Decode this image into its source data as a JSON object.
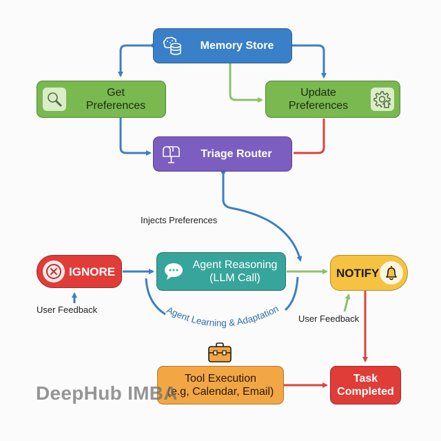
{
  "nodes": {
    "memory_store": {
      "label": "Memory Store",
      "icon": "brain-database-icon",
      "color": "#3a80c8"
    },
    "get_preferences": {
      "label": "Get Preferences",
      "line1": "Get",
      "line2": "Preferences",
      "icon": "magnifier-icon",
      "color": "#7ab850"
    },
    "update_preferences": {
      "label": "Update Preferences",
      "line1": "Update",
      "line2": "Preferences",
      "icon": "gear-upload-icon",
      "color": "#7ab850"
    },
    "triage_router": {
      "label": "Triage Router",
      "icon": "mailbox-icon",
      "color": "#7c5ec0"
    },
    "ignore": {
      "label": "IGNORE",
      "icon": "cancel-circle-icon",
      "color": "#e03c38"
    },
    "agent_reasoning": {
      "label": "Agent Reasoning (LLM Call)",
      "line1": "Agent Reasoning",
      "line2": "(LLM Call)",
      "icon": "chat-bubble-icon",
      "color": "#37a59b"
    },
    "notify": {
      "label": "NOTIFY",
      "icon": "bell-icon",
      "color": "#f5c242"
    },
    "tool_execution": {
      "label": "Tool Execution (e.g, Calendar, Email)",
      "line1": "Tool Execution",
      "line2": "(e.g, Calendar, Email)",
      "icon": "briefcase-icon",
      "color": "#f2a644"
    },
    "task_completed": {
      "label": "Task Completed",
      "line1": "Task",
      "line2": "Completed",
      "color": "#e03c38"
    }
  },
  "annotations": {
    "injects_preferences": "Injects Preferences",
    "user_feedback_left": "User Feedback",
    "user_feedback_right": "User Feedback",
    "loop_label": "Agent Learning & Adaptation"
  },
  "edges": [
    {
      "from": "memory_store",
      "to": "get_preferences",
      "color": "#3a7fc4",
      "bidirectional": true
    },
    {
      "from": "memory_store",
      "to": "update_preferences",
      "color": "#3a7fc4"
    },
    {
      "from": "memory_store",
      "to": "update_preferences",
      "color": "#8cc06a"
    },
    {
      "from": "get_preferences",
      "to": "triage_router",
      "color": "#3a7fc4"
    },
    {
      "from": "update_preferences",
      "to": "triage_router",
      "color": "#d9433e"
    },
    {
      "from": "triage_router",
      "to": "notify",
      "color": "#3a7fc4",
      "bidirectional": true,
      "label": "Injects Preferences"
    },
    {
      "from": "ignore",
      "to": "agent_reasoning",
      "color": "#3a7fc4"
    },
    {
      "from": "agent_reasoning",
      "to": "notify",
      "color": "#8cc06a"
    },
    {
      "from": "notify",
      "to": "task_completed",
      "color": "#d9433e"
    },
    {
      "from": "tool_execution",
      "to": "task_completed",
      "color": "#d9433e"
    },
    {
      "from": "user_feedback_left",
      "to": "ignore",
      "color": "#3a7fc4"
    },
    {
      "from": "user_feedback_right",
      "to": "notify",
      "color": "#8cc06a"
    }
  ],
  "watermark": "DeepHub IMBA"
}
